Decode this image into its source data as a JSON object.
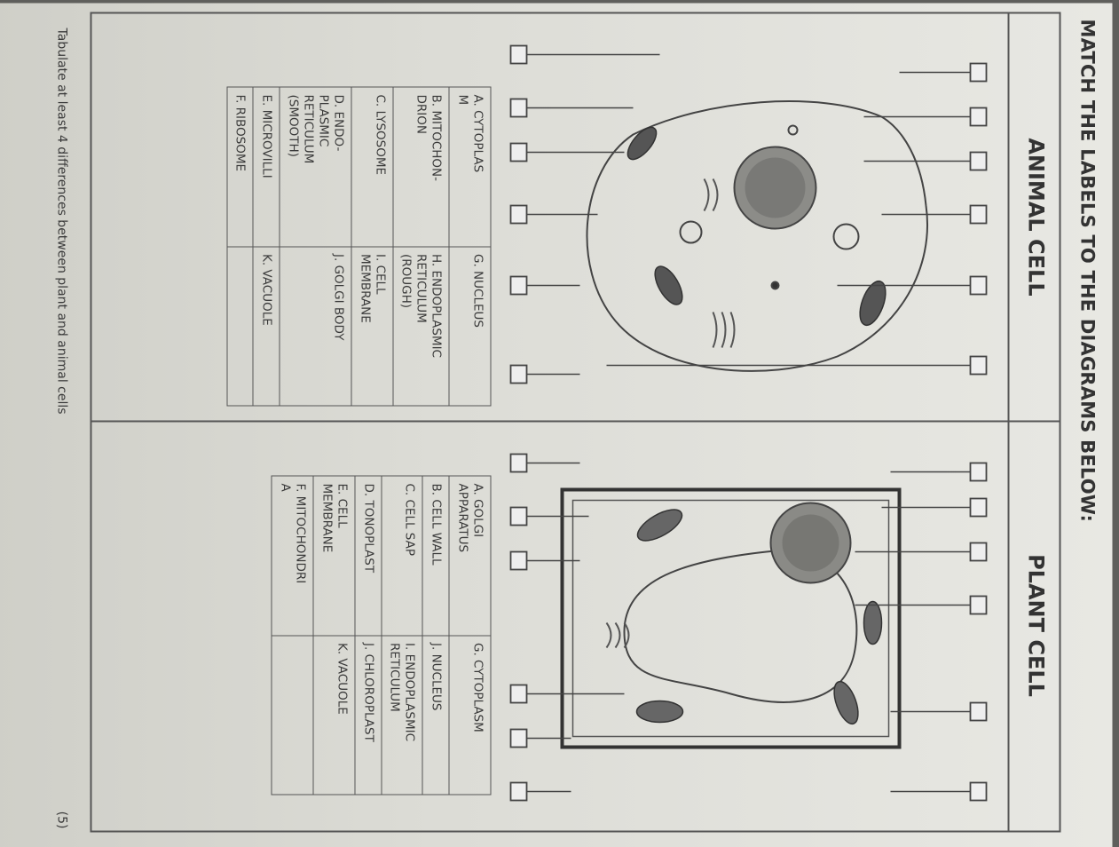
{
  "instruction": "MATCH THE LABELS TO THE DIAGRAMS BELOW:",
  "animal": {
    "title": "ANIMAL CELL",
    "options": [
      [
        "A.  CYTOPLAS\n      M",
        "G. NUCLEUS"
      ],
      [
        "B.  MITOCHON-\n      DRION",
        "H. ENDOPLASMIC\n     RETICULUM\n     (ROUGH)"
      ],
      [
        "C.  LYSOSOME",
        "I.  CELL\n     MEMBRANE"
      ],
      [
        "D.  ENDO-\n      PLASMIC\n      RETICULUM\n      (SMOOTH)",
        "J.  GOLGI BODY"
      ],
      [
        "E.  MICROVILLI",
        "K. VACUOLE"
      ],
      [
        "F.  RIBOSOME",
        ""
      ]
    ]
  },
  "plant": {
    "title": "PLANT CELL",
    "options": [
      [
        "A.  GOLGI\n      APPARATUS",
        "G. CYTOPLASM"
      ],
      [
        "B.  CELL WALL",
        "J. NUCLEUS"
      ],
      [
        "C.  CELL SAP",
        "I.  ENDOPLASMIC\n     RETICULUM"
      ],
      [
        "D.  TONOPLAST",
        "J. CHLOROPLAST"
      ],
      [
        "E.  CELL\n      MEMBRANE",
        "K. VACUOLE"
      ],
      [
        "F.  MITOCHONDRI\n      A",
        ""
      ]
    ]
  },
  "task": "Tabulate at least 4 differences between plant and animal cells",
  "marks": "(5)"
}
